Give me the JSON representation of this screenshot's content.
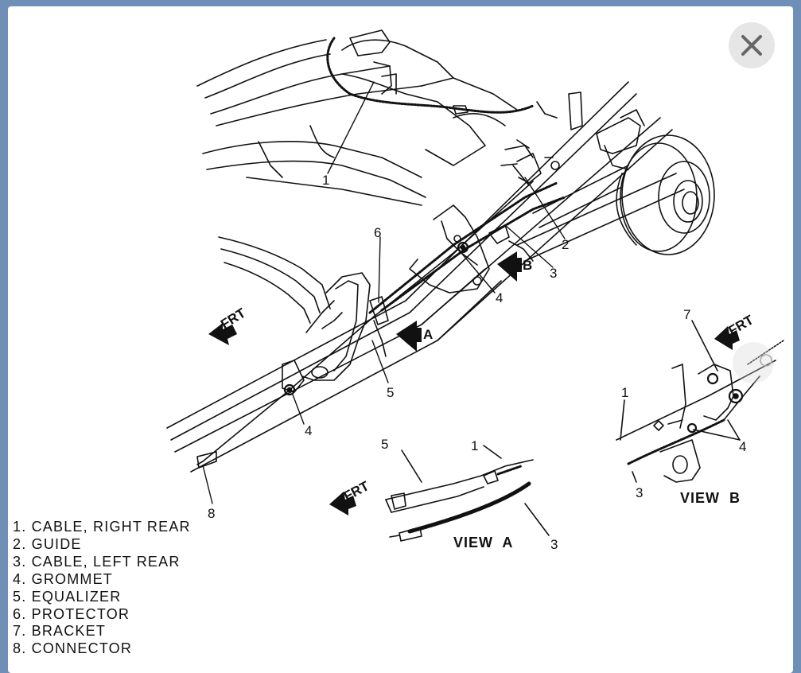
{
  "close_icon": "close-icon",
  "callouts": {
    "c1_top": "1",
    "c2": "2",
    "c3": "3",
    "c4_upper": "4",
    "c4_lower": "4",
    "c5": "5",
    "c6": "6",
    "c8": "8"
  },
  "direction_labels": {
    "main": "FRT",
    "view_a": "FRT",
    "view_b": "FRT",
    "arrow_a": "A",
    "arrow_b": "B"
  },
  "view_a": {
    "title": "VIEW  A",
    "c1": "1",
    "c3": "3",
    "c5": "5"
  },
  "view_b": {
    "title": "VIEW  B",
    "c1": "1",
    "c3": "3",
    "c4": "4",
    "c7": "7"
  },
  "legend": [
    "1. CABLE, RIGHT REAR",
    "2. GUIDE",
    "3. CABLE, LEFT REAR",
    "4. GROMMET",
    "5. EQUALIZER",
    "6. PROTECTOR",
    "7. BRACKET",
    "8. CONNECTOR"
  ]
}
